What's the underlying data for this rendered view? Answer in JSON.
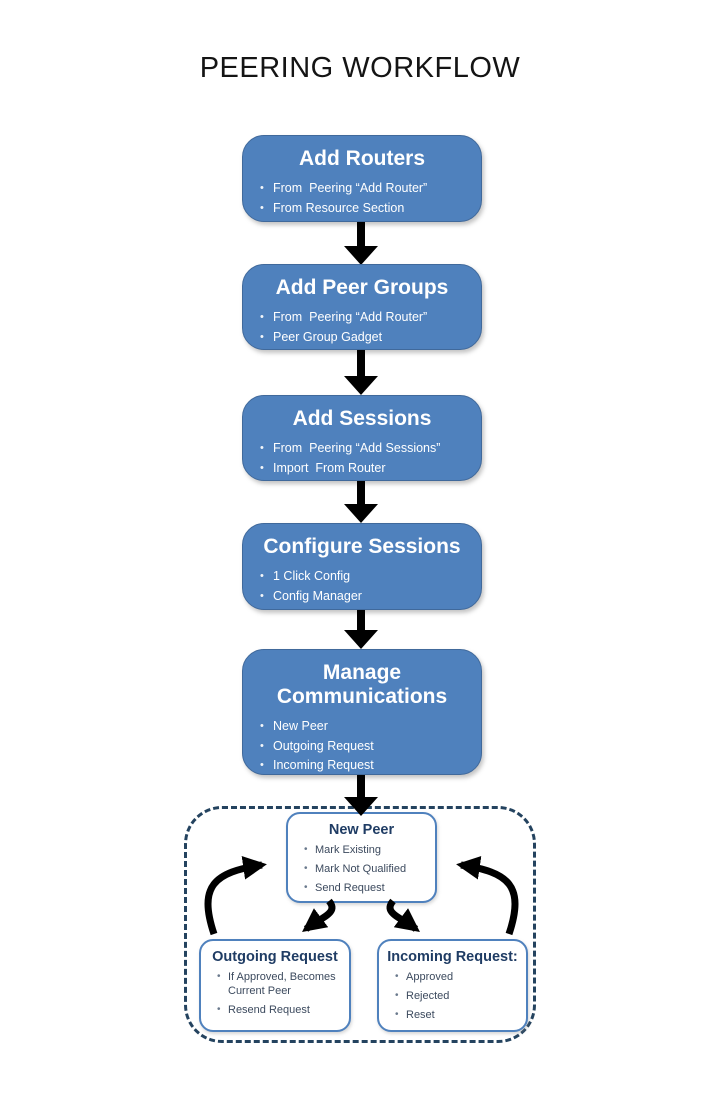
{
  "title": "PEERING WORKFLOW",
  "colors": {
    "flow_box_fill": "#4f81bd",
    "flow_box_text": "#ffffff",
    "detail_box_border": "#4f81bd",
    "detail_title_text": "#1f3c64",
    "detail_body_text": "#3c4a5e",
    "dashed_border": "#24435f",
    "arrow": "#000000",
    "background": "#ffffff"
  },
  "flow_boxes": [
    {
      "title": "Add Routers",
      "bullets": [
        "From  Peering “Add Router”",
        "From Resource Section"
      ]
    },
    {
      "title": "Add Peer Groups",
      "bullets": [
        "From  Peering “Add Router”",
        "Peer Group Gadget"
      ]
    },
    {
      "title": "Add Sessions",
      "bullets": [
        "From  Peering “Add Sessions”",
        "Import  From Router"
      ]
    },
    {
      "title": "Configure Sessions",
      "bullets": [
        "1 Click Config",
        "Config Manager"
      ]
    },
    {
      "title": "Manage Communications",
      "bullets": [
        "New Peer",
        "Outgoing Request",
        "Incoming Request"
      ]
    }
  ],
  "detail_boxes": [
    {
      "title": "New Peer",
      "bullets": [
        "Mark Existing",
        "Mark Not Qualified",
        "Send Request"
      ]
    },
    {
      "title": "Outgoing Request",
      "bullets": [
        "If Approved, Becomes Current Peer",
        "Resend Request"
      ]
    },
    {
      "title": "Incoming Request:",
      "bullets": [
        "Approved",
        "Rejected",
        "Reset"
      ]
    }
  ]
}
